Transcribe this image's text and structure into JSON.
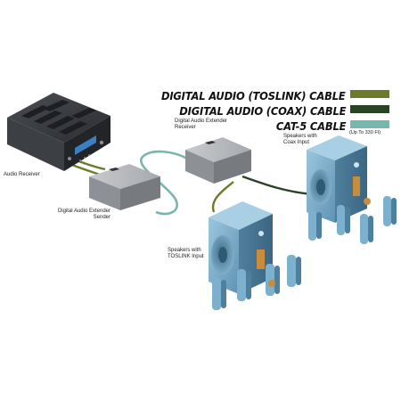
{
  "legend": {
    "items": [
      {
        "label": "DIGITAL AUDIO (TOSLINK) CABLE",
        "color": "#6d7a2c"
      },
      {
        "label": "DIGITAL AUDIO (COAX) CABLE",
        "color": "#2a4326"
      },
      {
        "label": "CAT-5 CABLE",
        "color": "#78b7ad"
      }
    ],
    "cat5_note": "(Up To 330 Ft)"
  },
  "labels": {
    "audio_receiver": "Audio Receiver",
    "sender_line1": "Digital Audio Extender",
    "sender_line2": "Sender",
    "receiver_line1": "Digital Audio Extender",
    "receiver_line2": "Receiver",
    "coax_speakers_line1": "Speakers with",
    "coax_speakers_line2": "Coax Input",
    "toslink_speakers_line1": "Speakers with",
    "toslink_speakers_line2": "TOSLINK Input"
  },
  "icons": {
    "audio_receiver": "audio-receiver-icon",
    "sender": "extender-box-icon",
    "receiver": "extender-box-icon",
    "subwoofer": "subwoofer-icon",
    "satellite": "satellite-speaker-icon"
  }
}
